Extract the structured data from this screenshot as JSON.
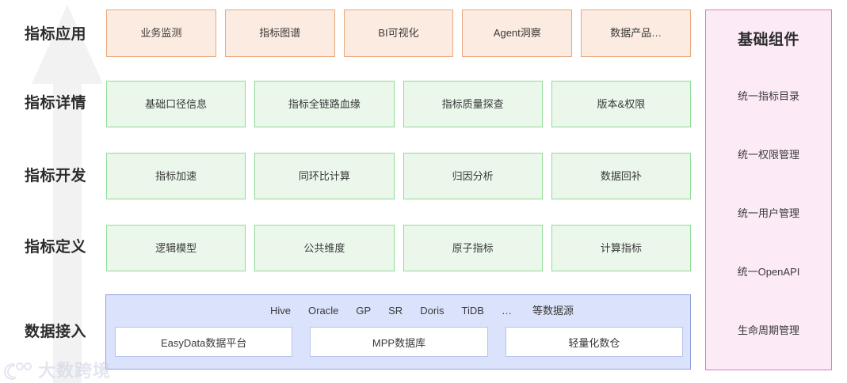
{
  "diagram": {
    "rows": [
      {
        "label": "指标应用",
        "style": "orange",
        "items": [
          "业务监测",
          "指标图谱",
          "BI可视化",
          "Agent洞察",
          "数据产品…"
        ]
      },
      {
        "label": "指标详情",
        "style": "green",
        "items": [
          "基础口径信息",
          "指标全链路血缘",
          "指标质量探查",
          "版本&权限"
        ]
      },
      {
        "label": "指标开发",
        "style": "green",
        "items": [
          "指标加速",
          "同环比计算",
          "归因分析",
          "数据回补"
        ]
      },
      {
        "label": "指标定义",
        "style": "green",
        "items": [
          "逻辑模型",
          "公共维度",
          "原子指标",
          "计算指标"
        ]
      }
    ],
    "ingestion": {
      "label": "数据接入",
      "sources": [
        "Hive",
        "Oracle",
        "GP",
        "SR",
        "Doris",
        "TiDB",
        "…"
      ],
      "sources_suffix": "等数据源",
      "tiles": [
        "EasyData数据平台",
        "MPP数据库",
        "轻量化数仓"
      ]
    },
    "side_panel": {
      "title": "基础组件",
      "items": [
        "统一指标目录",
        "统一权限管理",
        "统一用户管理",
        "统一OpenAPI",
        "生命周期管理"
      ]
    },
    "watermark": {
      "text": "大数跨境"
    },
    "colors": {
      "orange_fill": "#fcebe0",
      "orange_border": "#e8a87c",
      "green_fill": "#eaf7ea",
      "green_border": "#8fdc96",
      "blue_fill": "#dbe2fb",
      "blue_border": "#8f9fe0",
      "pink_fill": "#fdeaf7",
      "pink_border": "#df79c3",
      "arrow_fill": "#f2f2f2"
    }
  }
}
